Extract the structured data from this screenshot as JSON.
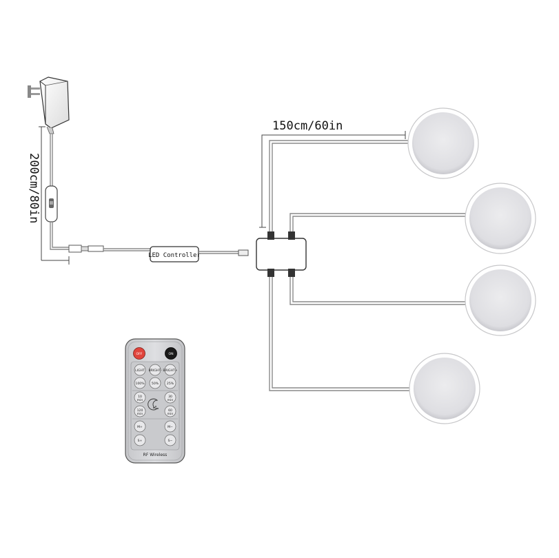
{
  "dimensions": {
    "output_cable": "150cm/60in",
    "input_cable": "200cm/80in"
  },
  "controller": {
    "label": "LED Controller"
  },
  "remote": {
    "footer": "RF Wireless",
    "power": {
      "off": "OFF",
      "on": "ON"
    },
    "brightness_row": [
      "LIGHT",
      "BRIGHT-",
      "BRIGHT+"
    ],
    "level_row": [
      "100%",
      "50%",
      "25%"
    ],
    "timer": [
      {
        "value": "10",
        "unit": "min"
      },
      {
        "value": "30",
        "unit": "min"
      },
      {
        "value": "120",
        "unit": "min"
      },
      {
        "value": "60",
        "unit": "min"
      }
    ],
    "memory_row": [
      "M+",
      "M−"
    ],
    "scene_row": [
      "S+",
      "S−"
    ]
  },
  "lights": [
    {
      "id": "puck-light-1"
    },
    {
      "id": "puck-light-2"
    },
    {
      "id": "puck-light-3"
    },
    {
      "id": "puck-light-4"
    }
  ],
  "colors": {
    "off_button": "#e0443c",
    "on_button": "#1a1a1a",
    "remote_body": "#d4d5d8",
    "light_face": "#e6e6e8"
  }
}
